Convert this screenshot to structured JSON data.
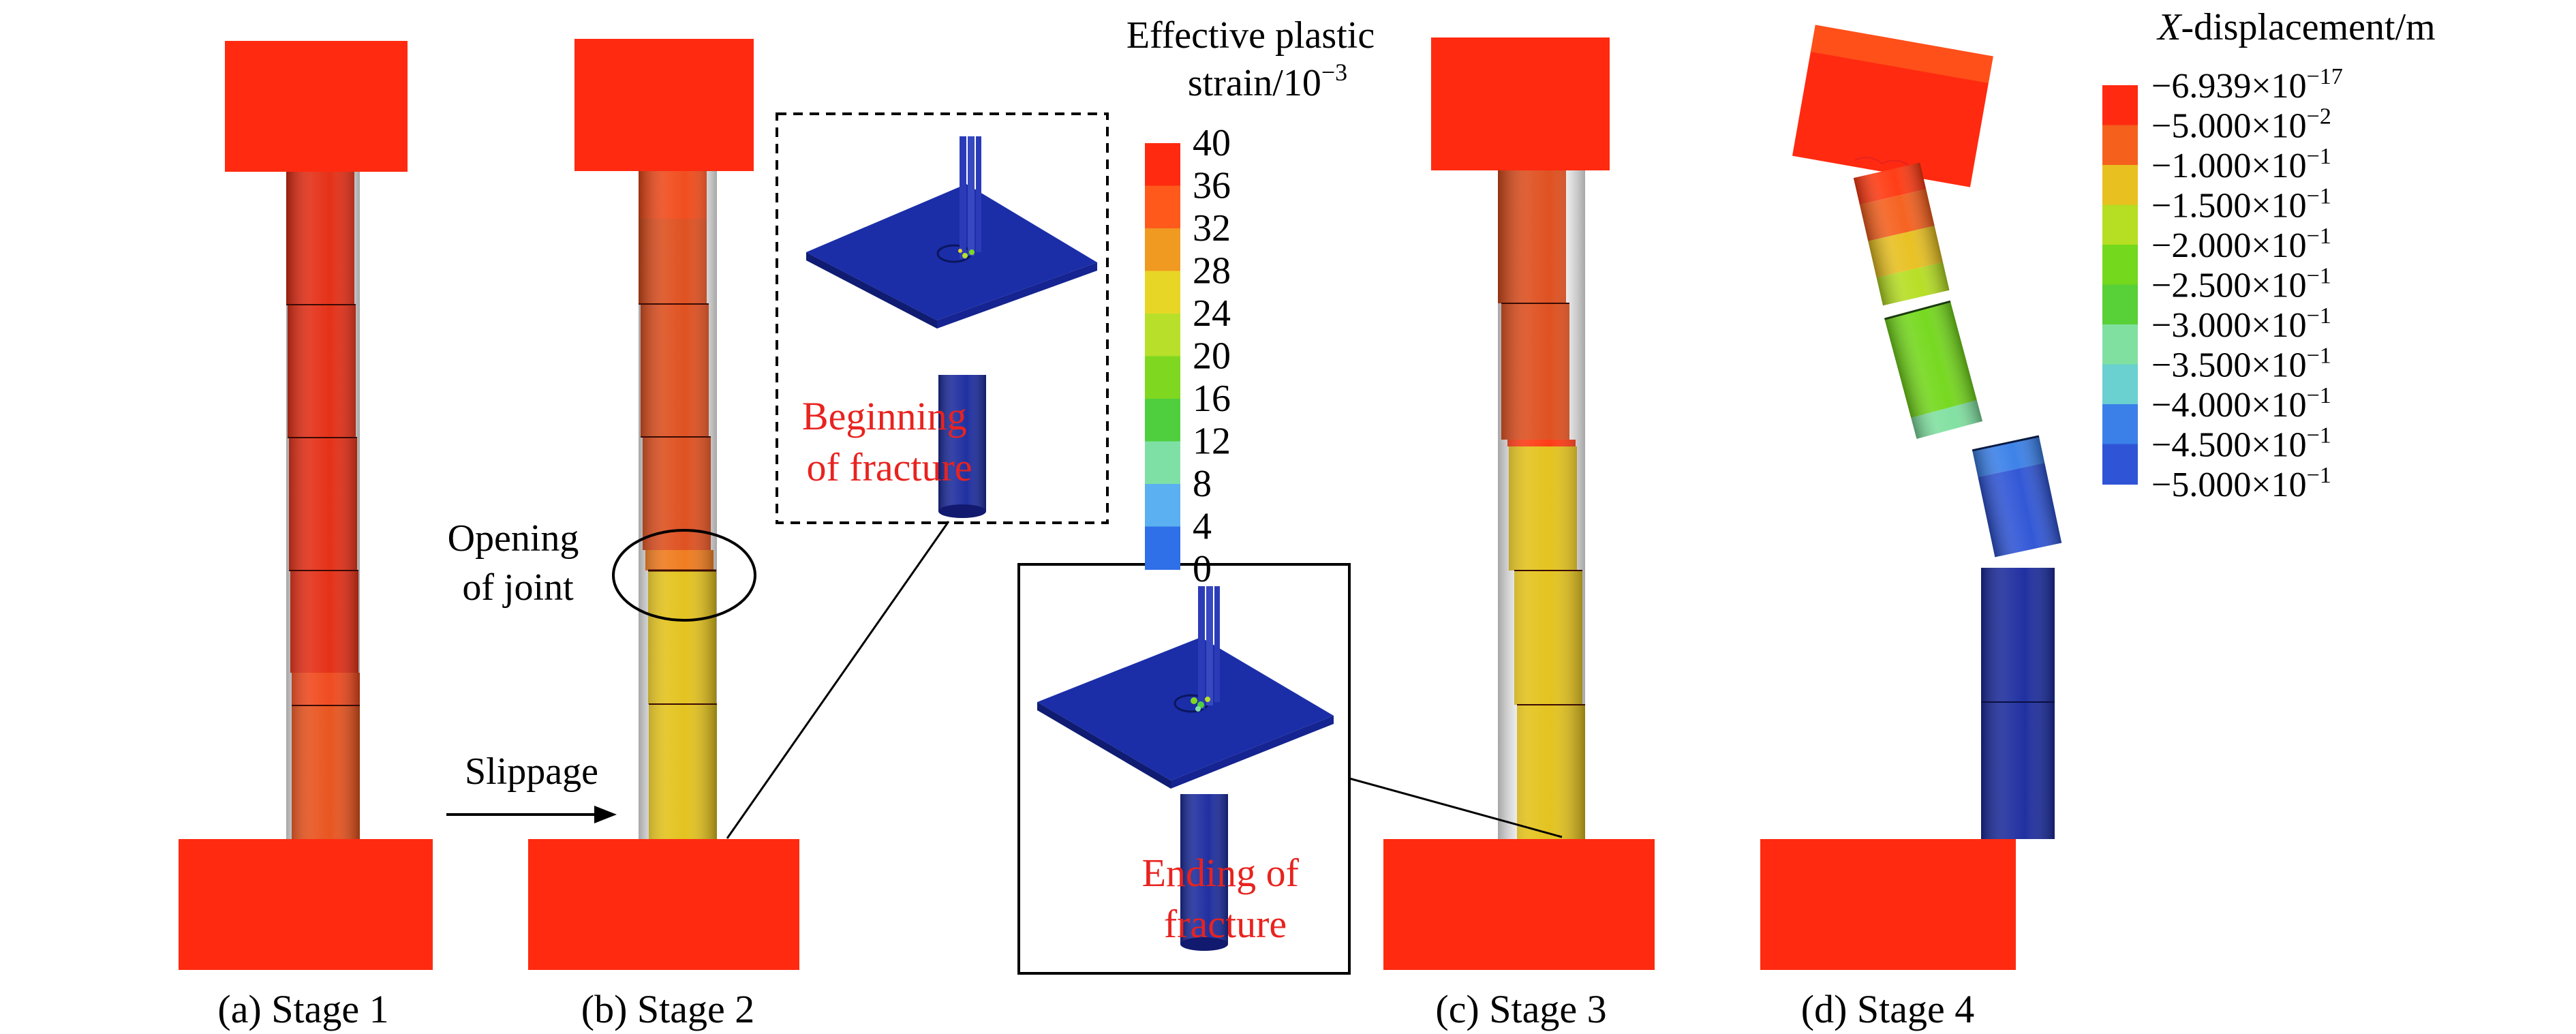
{
  "colors": {
    "block": "#ff2a10",
    "column_red": "#e42d14",
    "column_red_light": "#f0481c",
    "column_orange": "#e0501d",
    "column_yellow": "#e3c21c",
    "column_green": "#6cd520",
    "column_blue": "#2f61d6",
    "column_navy": "#1b2ea8",
    "annotation_red": "#e8231f"
  },
  "stages": [
    {
      "label": "(a) Stage 1"
    },
    {
      "label": "(b) Stage 2"
    },
    {
      "label": "(c) Stage 3"
    },
    {
      "label": "(d) Stage 4"
    }
  ],
  "annotations": {
    "opening_joint": "Opening\nof joint",
    "slippage": "Slippage",
    "beginning_fracture": "Beginning\nof fracture",
    "ending_fracture": "Ending of\nfracture"
  },
  "strain_legend": {
    "title_line1": "Effective plastic",
    "title_line2": "strain/10",
    "title_exp": "−3",
    "ticks": [
      "40",
      "36",
      "32",
      "28",
      "24",
      "20",
      "16",
      "12",
      "8",
      "4",
      "0"
    ],
    "colors": [
      "#ff2a10",
      "#ff5a1c",
      "#f09a22",
      "#e8d626",
      "#b8e02a",
      "#7fd81f",
      "#4fcf3e",
      "#7fe0a6",
      "#5ab0f0",
      "#2f6fe8",
      "#1f2fb8"
    ]
  },
  "disp_legend": {
    "title_italic": "X",
    "title_rest": "-displacement/m",
    "ticks": [
      {
        "mant": "−6.939×10",
        "exp": "−17"
      },
      {
        "mant": "−5.000×10",
        "exp": "−2"
      },
      {
        "mant": "−1.000×10",
        "exp": "−1"
      },
      {
        "mant": "−1.500×10",
        "exp": "−1"
      },
      {
        "mant": "−2.000×10",
        "exp": "−1"
      },
      {
        "mant": "−2.500×10",
        "exp": "−1"
      },
      {
        "mant": "−3.000×10",
        "exp": "−1"
      },
      {
        "mant": "−3.500×10",
        "exp": "−1"
      },
      {
        "mant": "−4.000×10",
        "exp": "−1"
      },
      {
        "mant": "−4.500×10",
        "exp": "−1"
      },
      {
        "mant": "−5.000×10",
        "exp": "−1"
      }
    ],
    "colors": [
      "#ff2a10",
      "#f5601d",
      "#e8c020",
      "#b6de22",
      "#74d81c",
      "#58d038",
      "#80e0a0",
      "#6ad0d0",
      "#3a80e8",
      "#2f55d6"
    ]
  }
}
